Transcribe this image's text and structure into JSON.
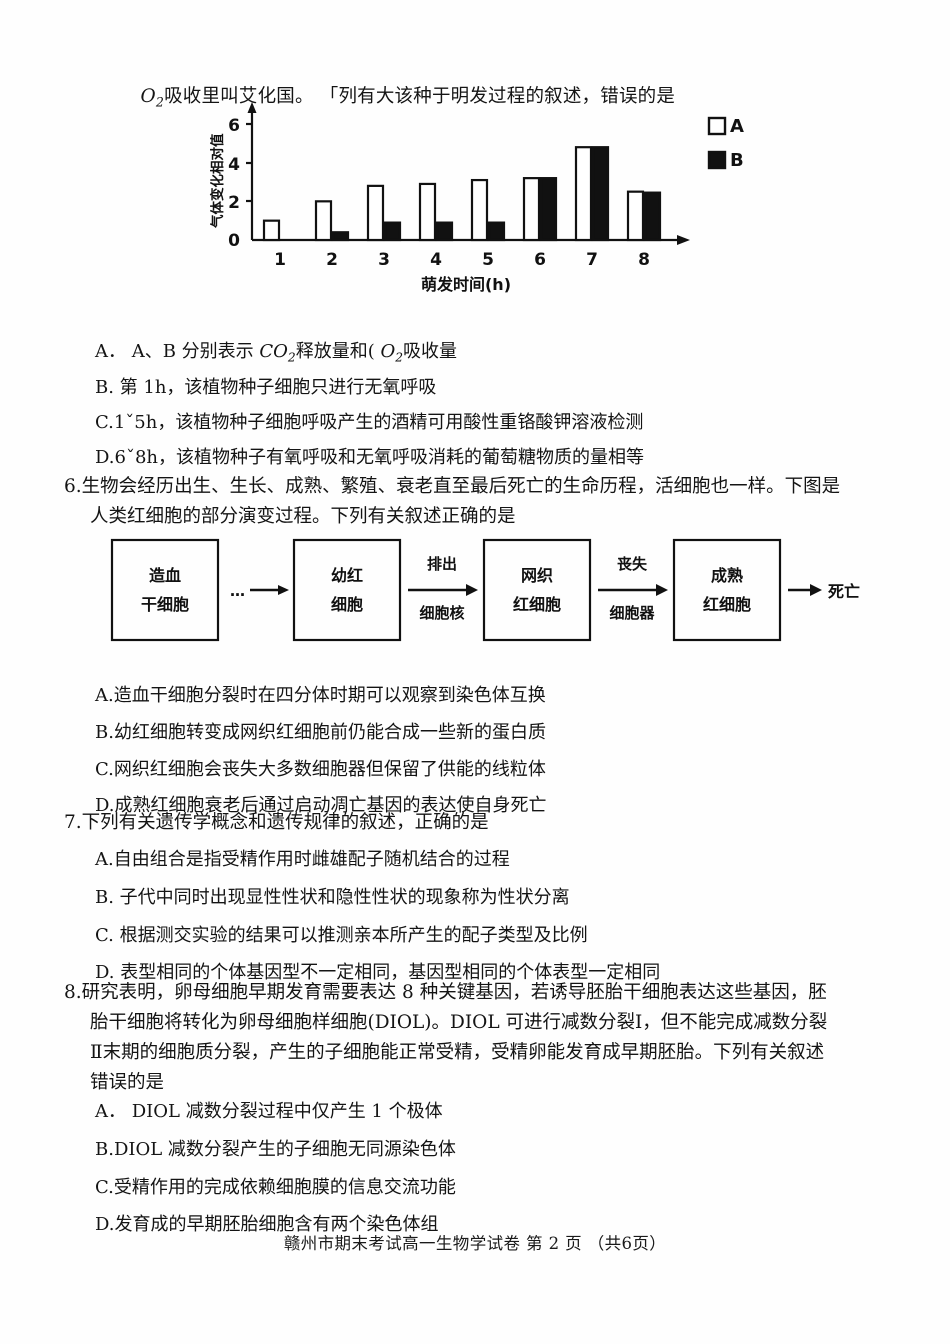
{
  "document": {
    "footer": "赣州市期末考试高一生物学试卷  第 2 页 （共6页）"
  },
  "q5": {
    "stem_tail": "吸收里叫艾化国。 「列有大该种于明发过程的叙述，错误的是",
    "stem_tail_symbol": "O",
    "stem_tail_sub": "2",
    "options": [
      "A． A、B 分别表示 CO₂释放量和( O₂吸收量",
      "B. 第 1h，该植物种子细胞只进行无氧呼吸",
      "C.1ˇ5h，该植物种子细胞呼吸产生的酒精可用酸性重铬酸钾溶液检测",
      "D.6ˇ8h，该植物种子有氧呼吸和无氧呼吸消耗的葡萄糖物质的量相等"
    ],
    "option_a_parts": {
      "prefix": "A． A、B 分别表示 ",
      "sym1": "CO",
      "sub1": "2",
      "mid": "释放量和( ",
      "sym2": "O",
      "sub2": "2",
      "suffix": "吸收量"
    }
  },
  "chart_data": {
    "type": "bar",
    "title": "",
    "xlabel": "萌发时间(h)",
    "ylabel": "气体变化相对值",
    "categories": [
      "1",
      "2",
      "3",
      "4",
      "5",
      "6",
      "7",
      "8"
    ],
    "series": [
      {
        "name": "A",
        "values": [
          1.0,
          2.0,
          2.8,
          2.9,
          3.1,
          3.2,
          4.8,
          2.5
        ],
        "fill": "#ffffff",
        "stroke": "#111111"
      },
      {
        "name": "B",
        "values": [
          0.0,
          0.4,
          0.9,
          0.9,
          0.9,
          3.2,
          4.8,
          2.45
        ],
        "fill": "#111111",
        "stroke": "#111111"
      }
    ],
    "ylim": [
      0,
      6.6
    ],
    "yticks": [
      0,
      2,
      4,
      6
    ],
    "grid": false,
    "legend_position": "top-right",
    "legend": [
      "A",
      "B"
    ]
  },
  "q6": {
    "number": "6.",
    "stem_line1": "生物会经历出生、生长、成熟、繁殖、衰老直至最后死亡的生命历程，活细胞也一样。下图是",
    "stem_line2": "人类红细胞的部分演变过程。下列有关叙述正确的是",
    "options": [
      "A.造血干细胞分裂时在四分体时期可以观察到染色体互换",
      "B.幼红细胞转变成网织红细胞前仍能合成一些新的蛋白质",
      "C.网织红细胞会丧失大多数细胞器但保留了供能的线粒体",
      "D.成熟红细胞衰老后通过启动凋亡基因的表达使自身死亡"
    ],
    "diagram": {
      "type": "flow",
      "nodes": [
        {
          "id": "n1",
          "line1": "造血",
          "line2": "干细胞"
        },
        {
          "id": "n2",
          "line1": "幼红",
          "line2": "细胞"
        },
        {
          "id": "n3",
          "line1": "网织",
          "line2": "红细胞"
        },
        {
          "id": "n4",
          "line1": "成熟",
          "line2": "红细胞"
        }
      ],
      "end_label": "死亡",
      "connectors": [
        {
          "dots": "…",
          "above": "",
          "below": ""
        },
        {
          "dots": "",
          "above": "排出",
          "below": "细胞核"
        },
        {
          "dots": "",
          "above": "丧失",
          "below": "细胞器"
        },
        {
          "dots": "",
          "above": "",
          "below": ""
        }
      ]
    }
  },
  "q7": {
    "number": "7.",
    "stem": "下列有关遗传学概念和遗传规律的叙述，正确的是",
    "options": [
      "A.自由组合是指受精作用时雌雄配子随机结合的过程",
      "B. 子代中同时出现显性性状和隐性性状的现象称为性状分离",
      "C. 根据测交实验的结果可以推测亲本所产生的配子类型及比例",
      "D. 表型相同的个体基因型不一定相同，基因型相同的个体表型一定相同"
    ]
  },
  "q8": {
    "number": "8.",
    "stem_line1": "研究表明，卵母细胞早期发育需要表达 8 种关键基因，若诱导胚胎干细胞表达这些基因，胚",
    "stem_line2": "胎干细胞将转化为卵母细胞样细胞(DIOL)。DIOL 可进行减数分裂Ⅰ，但不能完成减数分裂",
    "stem_line3": "Ⅱ末期的细胞质分裂，产生的子细胞能正常受精，受精卵能发育成早期胚胎。下列有关叙述",
    "stem_line4": "错误的是",
    "options": [
      "A． DIOL 减数分裂过程中仅产生 1 个极体",
      "B.DIOL 减数分裂产生的子细胞无同源染色体",
      "C.受精作用的完成依赖细胞膜的信息交流功能",
      "D.发育成的早期胚胎细胞含有两个染色体组"
    ]
  }
}
